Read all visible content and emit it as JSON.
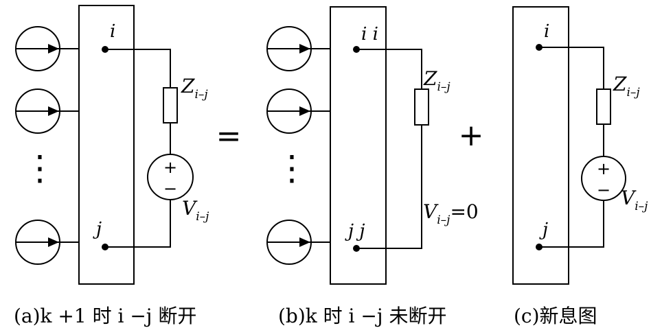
{
  "panel_a": {
    "node_i": "i",
    "node_j": "j",
    "impedance": {
      "main": "Z",
      "sub": "i–j"
    },
    "source": {
      "main": "V",
      "sub": "i–j",
      "plus": "+",
      "minus": "−"
    },
    "ellipsis": "⋮",
    "caption": "(a)k +1 时 i −j 断开"
  },
  "operator_equals": "=",
  "panel_b": {
    "node_i": "i i",
    "node_j": "j  j",
    "impedance": {
      "main": "Z",
      "sub": "i–j"
    },
    "source_zero": {
      "main": "V",
      "sub": "i–j",
      "eq": "=0"
    },
    "ellipsis": "⋮",
    "caption": "(b)k 时 i −j 未断开"
  },
  "operator_plus": "+",
  "panel_c": {
    "node_i": "i",
    "node_j": "j",
    "impedance": {
      "main": "Z",
      "sub": "i–j"
    },
    "source": {
      "main": "V",
      "sub": "i–j",
      "plus": "+",
      "minus": "−"
    },
    "caption": "(c)新息图"
  }
}
